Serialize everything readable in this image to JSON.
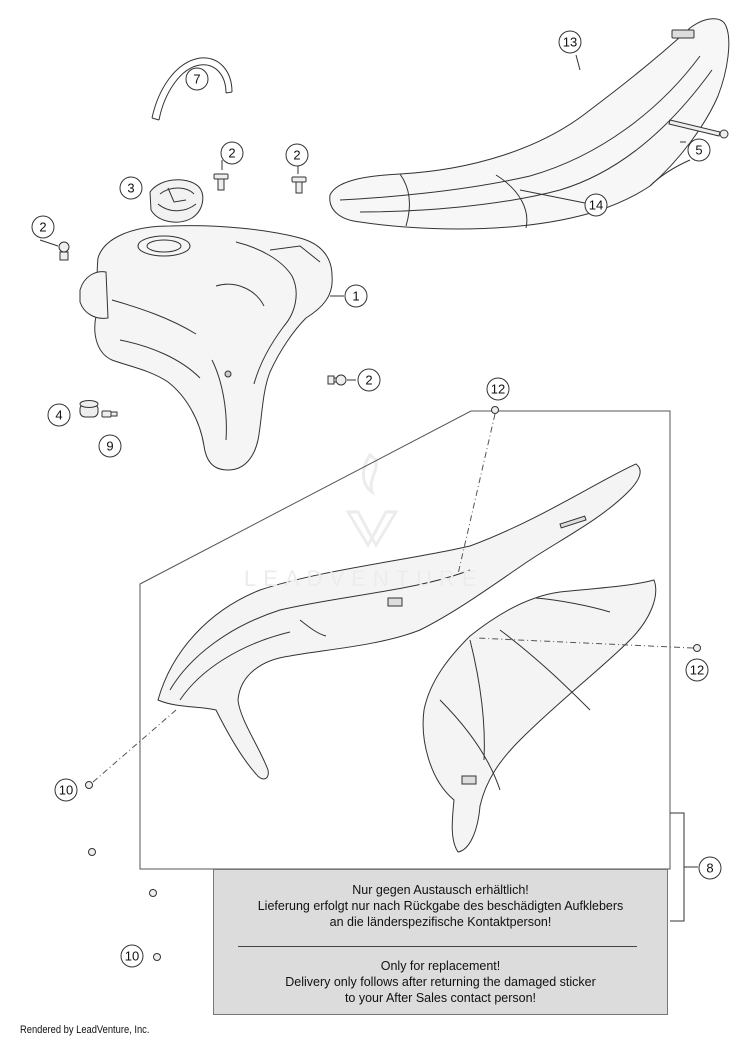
{
  "callouts": [
    "1",
    "2",
    "3",
    "4",
    "5",
    "7",
    "8",
    "9",
    "10",
    "12",
    "13",
    "14"
  ],
  "notice": {
    "german": [
      "Nur gegen Austausch erhältlich!",
      "Lieferung erfolgt nur nach Rückgabe des beschädigten Aufklebers",
      "an die länderspezifische Kontaktperson!"
    ],
    "english": [
      "Only for replacement!",
      "Delivery only follows after returning the damaged sticker",
      "to your After Sales contact person!"
    ]
  },
  "watermark": "LEADVENTURE",
  "footer": "Rendered by LeadVenture, Inc."
}
